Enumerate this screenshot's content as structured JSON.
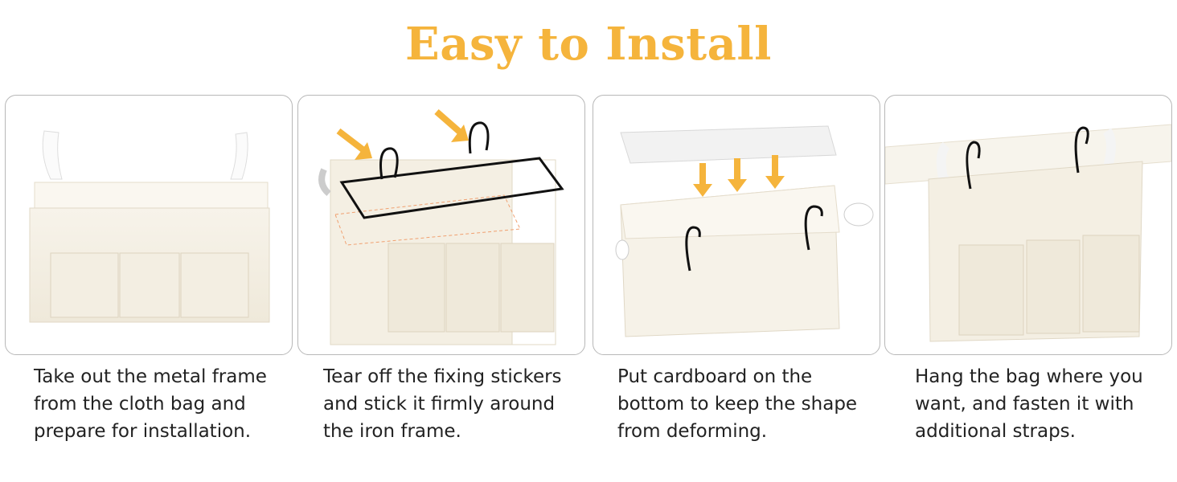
{
  "title": "Easy to Install",
  "colors": {
    "title": "#f5b43c",
    "arrow": "#f5b43c",
    "fabric": "#f4efe3",
    "frame": "#1a1a1a"
  },
  "steps": [
    {
      "caption": "Take out the metal frame from the cloth bag and prepare for installation."
    },
    {
      "caption": "Tear off the fixing stickers and stick it firmly around the iron frame."
    },
    {
      "caption": "Put cardboard on the bottom to keep the shape from deforming."
    },
    {
      "caption": "Hang the bag where you want, and fasten it with additional straps."
    }
  ]
}
